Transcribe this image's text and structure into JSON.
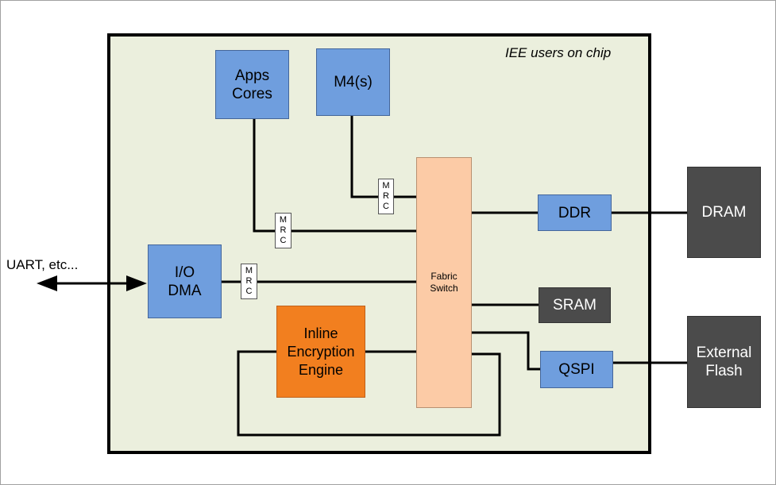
{
  "chip_label": "IEE users on chip",
  "external_label": "UART, etc...",
  "blocks": {
    "apps_cores": "Apps\nCores",
    "m4": "M4(s)",
    "io_dma": "I/O\nDMA",
    "inline_encryption_engine": "Inline\nEncryption\nEngine",
    "fabric_switch": "Fabric\nSwitch",
    "ddr": "DDR",
    "sram": "SRAM",
    "qspi": "QSPI",
    "dram": "DRAM",
    "external_flash": "External\nFlash"
  },
  "mrc": {
    "m4": [
      "M",
      "R",
      "C"
    ],
    "apps": [
      "M",
      "R",
      "C"
    ],
    "dma": [
      "M",
      "R",
      "C"
    ]
  },
  "colors": {
    "chip_background": "#ebefdd",
    "cpu_block": "#6f9ede",
    "memory_block": "#4b4b4b",
    "encryption_engine": "#f27f1f",
    "fabric_switch": "#fccba6"
  }
}
